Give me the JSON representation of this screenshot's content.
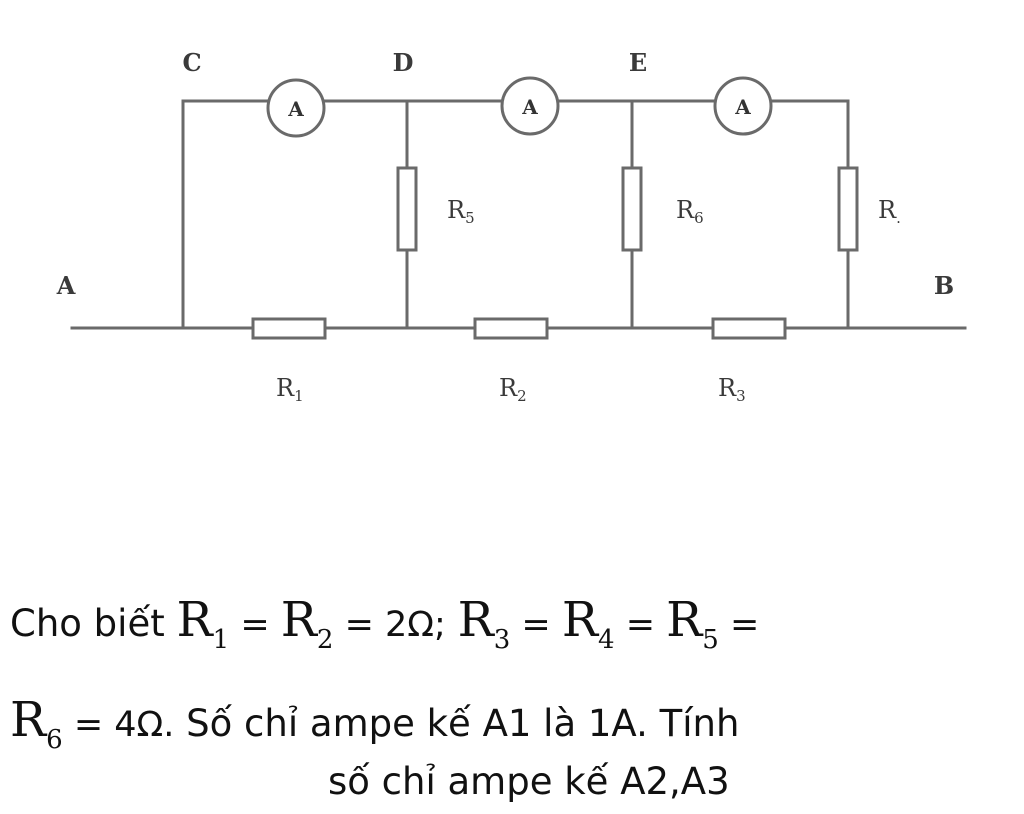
{
  "diagram": {
    "nodes": {
      "A": "A",
      "B": "B",
      "C": "C",
      "D": "D",
      "E": "E"
    },
    "ammeter_symbol": "A",
    "resistors": {
      "R1": {
        "main": "R",
        "sub": "1"
      },
      "R2": {
        "main": "R",
        "sub": "2"
      },
      "R3": {
        "main": "R",
        "sub": "3"
      },
      "R5": {
        "main": "R",
        "sub": "5"
      },
      "R6": {
        "main": "R",
        "sub": "6"
      },
      "R4": {
        "main": "R",
        "sub": "."
      }
    }
  },
  "problem": {
    "intro": "Cho biết",
    "R": "R",
    "sub1": "1",
    "sub2": "2",
    "sub3": "3",
    "sub4": "4",
    "sub5": "5",
    "sub6": "6",
    "eq": " = ",
    "val_2": "2Ω;",
    "val_4": "4Ω.",
    "line2_text": "Số chỉ ampe kế A1 là 1A. Tính",
    "line3_text": "số chỉ ampe kế A2,A3"
  }
}
